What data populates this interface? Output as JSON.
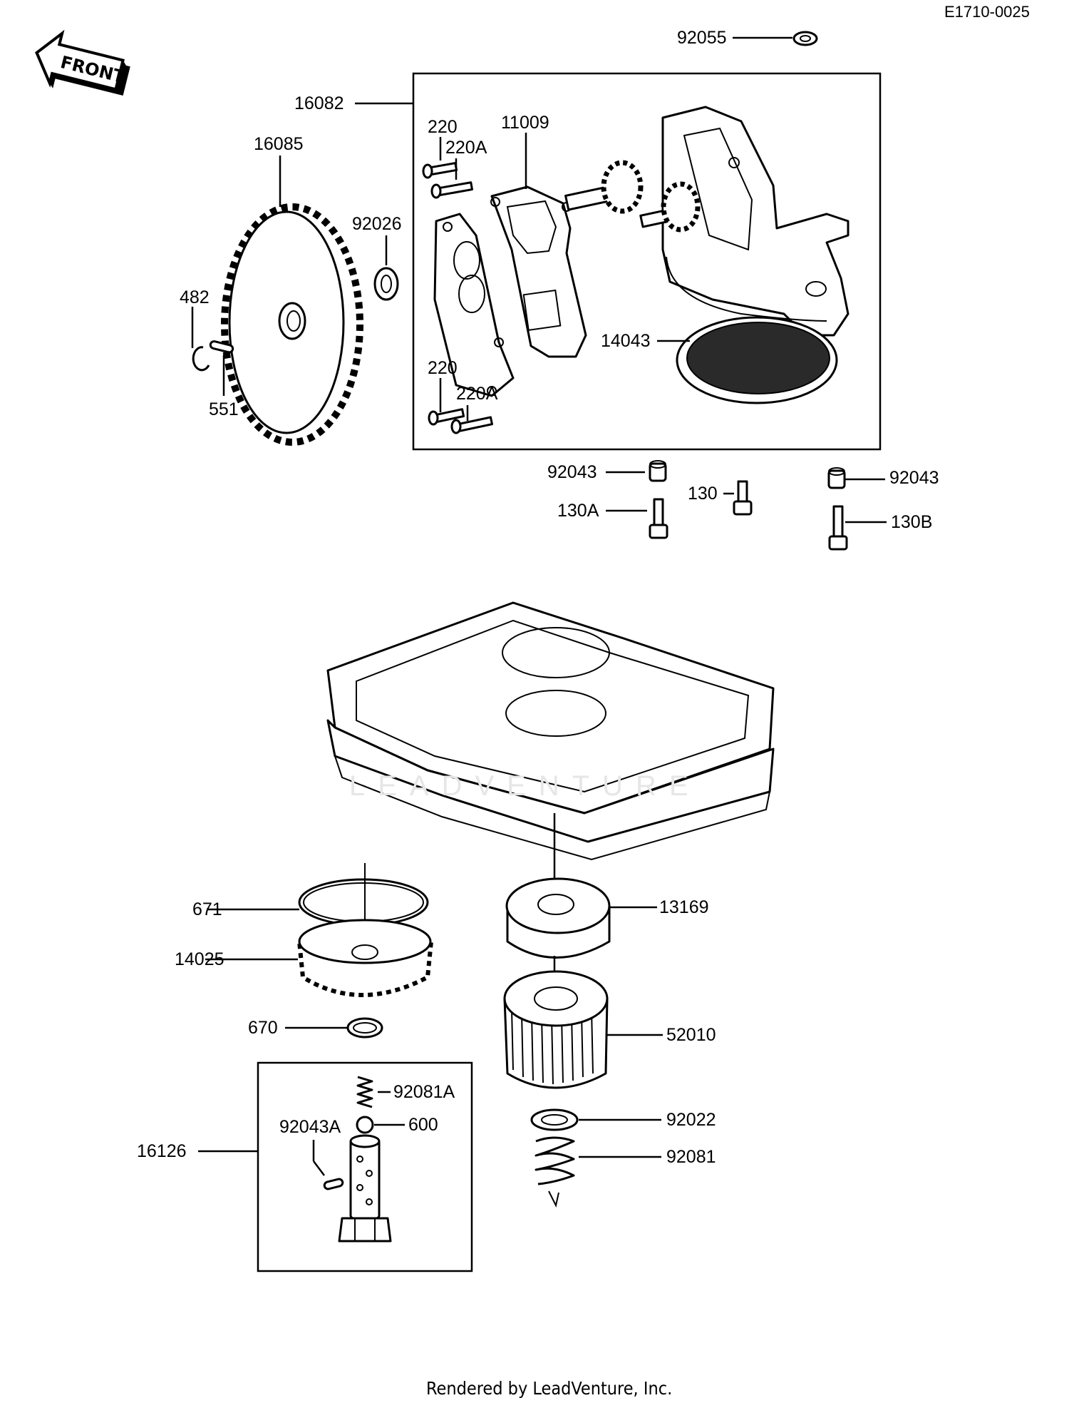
{
  "diagram_code": "E1710-0025",
  "front_badge": "FRONT",
  "footer": "Rendered by LeadVenture, Inc.",
  "watermark": "LEADVENTURE",
  "callouts": {
    "p92055": "92055",
    "p16082": "16082",
    "p220_top": "220",
    "p220A_top": "220A",
    "p11009": "11009",
    "p16085": "16085",
    "p92026": "92026",
    "p482": "482",
    "p551": "551",
    "p14043": "14043",
    "p220_bot": "220",
    "p220A_bot": "220A",
    "p92043_left": "92043",
    "p130": "130",
    "p92043_right": "92043",
    "p130A": "130A",
    "p130B": "130B",
    "p671": "671",
    "p14025": "14025",
    "p13169": "13169",
    "p52010": "52010",
    "p670": "670",
    "p92081A": "92081A",
    "p92043A": "92043A",
    "p600": "600",
    "p16126": "16126",
    "p92022": "92022",
    "p92081": "92081"
  }
}
